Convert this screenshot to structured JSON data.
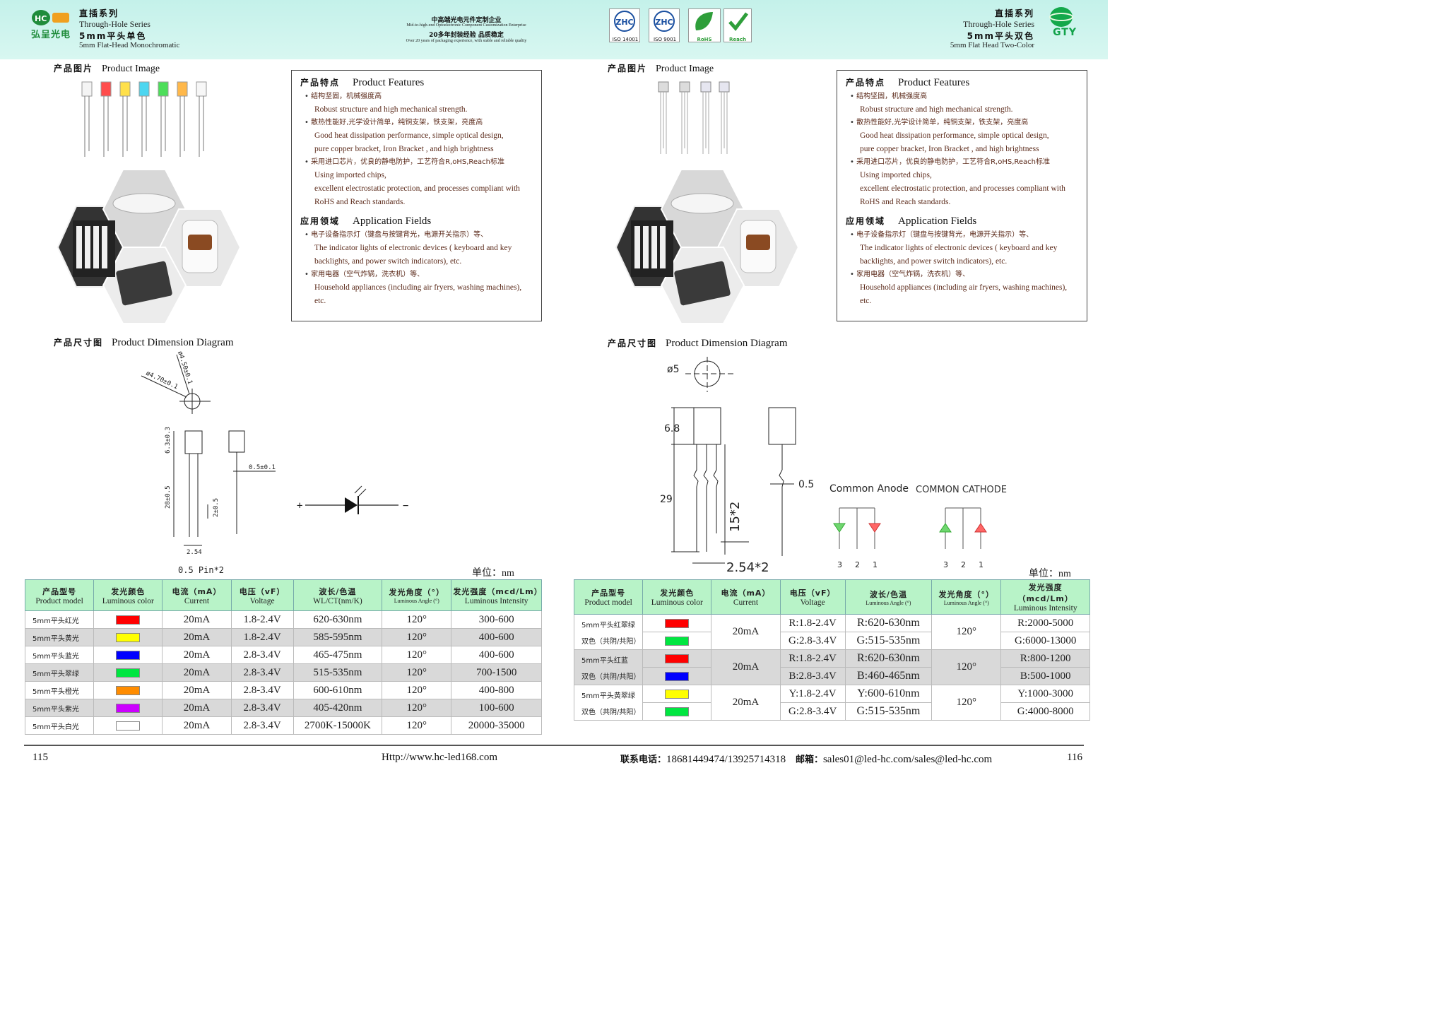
{
  "header": {
    "left_logo_text": "弘呈光电",
    "left_logo_mark": "HC LED",
    "left_series_cn": "直插系列",
    "left_series_en": "Through-Hole Series",
    "left_product_cn": "5mm平头单色",
    "left_product_en": "5mm Flat-Head Monochromatic",
    "mid_cn1": "中高端光电元件定制企业",
    "mid_en1": "Mid-to-high-end Optoelectronic Component Customization Enterprise",
    "mid_cn2": "20多年封装经验 品质稳定",
    "mid_en2": "Over 20 years of packaging experience, with stable and reliable quality",
    "certs": [
      "ISO 14001",
      "ISO 9001",
      "RoHS",
      "Reach"
    ],
    "right_series_cn": "直插系列",
    "right_series_en": "Through-Hole Series",
    "right_product_cn": "5mm平头双色",
    "right_product_en": "5mm Flat Head Two-Color",
    "right_logo_text": "GTY",
    "colors": {
      "banner": "#c8f2ea",
      "table_header": "#b8f3c8",
      "text_brown": "#5b2a1a"
    }
  },
  "left": {
    "image_title_cn": "产品图片",
    "image_title_en": "Product Image",
    "led_colors": [
      "#f4f4f4",
      "#ff4d4d",
      "#ffe04a",
      "#4dd6f0",
      "#4dde5a",
      "#ffb84a",
      "#f7f7f7"
    ],
    "features": {
      "title_cn": "产品特点",
      "title_en": "Product Features",
      "items": [
        {
          "cn": "结构坚固，机械强度高",
          "en": [
            "Robust structure and high mechanical strength."
          ]
        },
        {
          "cn": "散热性能好,光学设计简单，纯铜支架，铁支架，亮度高",
          "en": [
            "Good heat dissipation performance, simple optical design,",
            "pure copper bracket, Iron Bracket , and high brightness"
          ]
        },
        {
          "cn": "采用进口芯片，优良的静电防护，工艺符合R,oHS,Reach标准",
          "en": [
            "Using imported chips,",
            "excellent electrostatic protection, and processes compliant with",
            "RoHS and Reach standards."
          ]
        }
      ]
    },
    "applications": {
      "title_cn": "应用领域",
      "title_en": "Application Fields",
      "items": [
        {
          "cn": "电子设备指示灯（键盘与按键背光，电源开关指示）等、",
          "en": [
            "The indicator lights of electronic devices ( keyboard and key",
            "backlights, and power switch indicators), etc."
          ]
        },
        {
          "cn": "家用电器（空气炸锅，洗衣机）等、",
          "en": [
            "Household appliances (including air fryers, washing machines),",
            "etc."
          ]
        }
      ]
    },
    "dimension_title_cn": "产品尺寸图",
    "dimension_title_en": "Product Dimension Diagram",
    "dim": {
      "d1": "ø4.50±0.1",
      "d2": "ø4.70±0.1",
      "h": "6.3±0.3",
      "lead": "28±0.5",
      "short": "2±0.5",
      "pin_w": "0.5±0.1",
      "pitch": "2.54",
      "pin_note": "0.5 Pin*2",
      "plus": "+",
      "minus": "−"
    },
    "unit": "单位：nm",
    "table": {
      "headers": [
        {
          "cn": "产品型号",
          "en": "Product model"
        },
        {
          "cn": "发光颜色",
          "en": "Luminous color"
        },
        {
          "cn": "电流（mA）",
          "en": "Current"
        },
        {
          "cn": "电压（vF）",
          "en": "Voltage"
        },
        {
          "cn": "波长/色温",
          "en": "WL/CT(nm/K)"
        },
        {
          "cn": "发光角度（°）",
          "en": "Luminous Angle (°)"
        },
        {
          "cn": "发光强度（mcd/Lm）",
          "en": "Luminous Intensity"
        }
      ],
      "rows": [
        {
          "model": "5mm平头红光",
          "color": "#ff0000",
          "current": "20mA",
          "voltage": "1.8-2.4V",
          "wl": "620-630nm",
          "angle": "120°",
          "intensity": "300-600"
        },
        {
          "model": "5mm平头黄光",
          "color": "#ffff00",
          "current": "20mA",
          "voltage": "1.8-2.4V",
          "wl": "585-595nm",
          "angle": "120°",
          "intensity": "400-600"
        },
        {
          "model": "5mm平头蓝光",
          "color": "#0000ff",
          "current": "20mA",
          "voltage": "2.8-3.4V",
          "wl": "465-475nm",
          "angle": "120°",
          "intensity": "400-600"
        },
        {
          "model": "5mm平头翠绿",
          "color": "#00e640",
          "current": "20mA",
          "voltage": "2.8-3.4V",
          "wl": "515-535nm",
          "angle": "120°",
          "intensity": "700-1500"
        },
        {
          "model": "5mm平头橙光",
          "color": "#ff8c00",
          "current": "20mA",
          "voltage": "2.8-3.4V",
          "wl": "600-610nm",
          "angle": "120°",
          "intensity": "400-800"
        },
        {
          "model": "5mm平头紫光",
          "color": "#cc00ff",
          "current": "20mA",
          "voltage": "2.8-3.4V",
          "wl": "405-420nm",
          "angle": "120°",
          "intensity": "100-600"
        },
        {
          "model": "5mm平头白光",
          "color": "#ffffff",
          "current": "20mA",
          "voltage": "2.8-3.4V",
          "wl": "2700K-15000K",
          "angle": "120°",
          "intensity": "20000-35000"
        }
      ]
    }
  },
  "right": {
    "image_title_cn": "产品图片",
    "image_title_en": "Product Image",
    "dimension_title_cn": "产品尺寸图",
    "dimension_title_en": "Product Dimension Diagram",
    "dim": {
      "dia": "ø5",
      "h": "6.8",
      "lead": "29",
      "short": "15*2",
      "pin_w": "0.5",
      "pitch": "2.54*2",
      "common_anode": "Common Anode",
      "common_cathode": "COMMON CATHODE",
      "pins": [
        "3",
        "2",
        "1"
      ]
    },
    "unit": "单位：nm",
    "table": {
      "headers": [
        {
          "cn": "产品型号",
          "en": "Product model"
        },
        {
          "cn": "发光颜色",
          "en": "Luminous color"
        },
        {
          "cn": "电流（mA）",
          "en": "Current"
        },
        {
          "cn": "电压（vF）",
          "en": "Voltage"
        },
        {
          "cn": "波长/色温",
          "en": "Luminous Angle (°)"
        },
        {
          "cn": "发光角度（°）",
          "en": "Luminous Angle (°)"
        },
        {
          "cn": "发光强度（mcd/Lm）",
          "en": "Luminous Intensity"
        }
      ],
      "rows": [
        {
          "model1": "5mm平头红翠绿",
          "model2": "双色（共阴/共阳）",
          "c1": "#ff0000",
          "c2": "#00e640",
          "current": "20mA",
          "v1": "R:1.8-2.4V",
          "v2": "G:2.8-3.4V",
          "w1": "R:620-630nm",
          "w2": "G:515-535nm",
          "angle": "120°",
          "i1": "R:2000-5000",
          "i2": "G:6000-13000"
        },
        {
          "model1": "5mm平头红蓝",
          "model2": "双色（共阴/共阳）",
          "c1": "#ff0000",
          "c2": "#0000ff",
          "current": "20mA",
          "v1": "R:1.8-2.4V",
          "v2": "B:2.8-3.4V",
          "w1": "R:620-630nm",
          "w2": "B:460-465nm",
          "angle": "120°",
          "i1": "R:800-1200",
          "i2": "B:500-1000"
        },
        {
          "model1": "5mm平头黄翠绿",
          "model2": "双色（共阴/共阳）",
          "c1": "#ffff00",
          "c2": "#00e640",
          "current": "20mA",
          "v1": "Y:1.8-2.4V",
          "v2": "G:2.8-3.4V",
          "w1": "Y:600-610nm",
          "w2": "G:515-535nm",
          "angle": "120°",
          "i1": "Y:1000-3000",
          "i2": "G:4000-8000"
        }
      ]
    }
  },
  "footer": {
    "page_left": "115",
    "url": "Http://www.hc-led168.com",
    "contact_label": "联系电话：",
    "phones": "18681449474/13925714318",
    "email_label": "邮箱：",
    "emails": "sales01@led-hc.com/sales@led-hc.com",
    "page_right": "116"
  }
}
